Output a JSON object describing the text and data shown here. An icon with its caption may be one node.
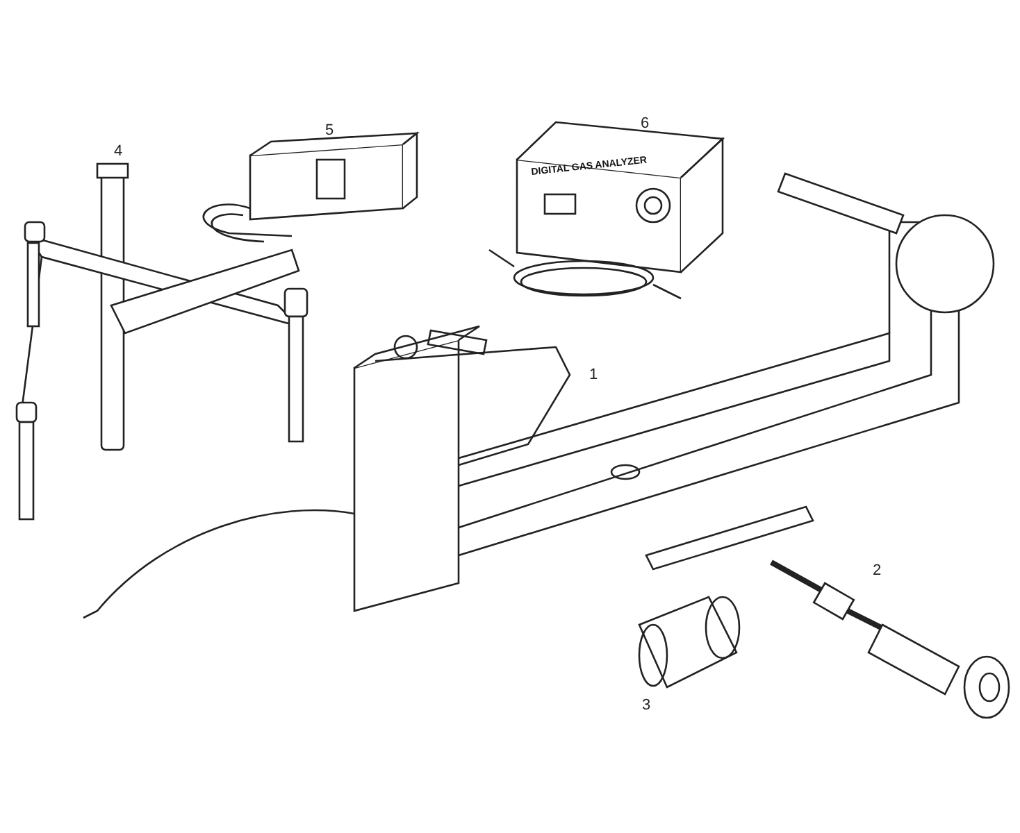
{
  "diagram": {
    "labels": [
      "4",
      "5",
      "6",
      "DIGITAL GAS ANALYZER",
      "1",
      "2",
      "3"
    ]
  }
}
